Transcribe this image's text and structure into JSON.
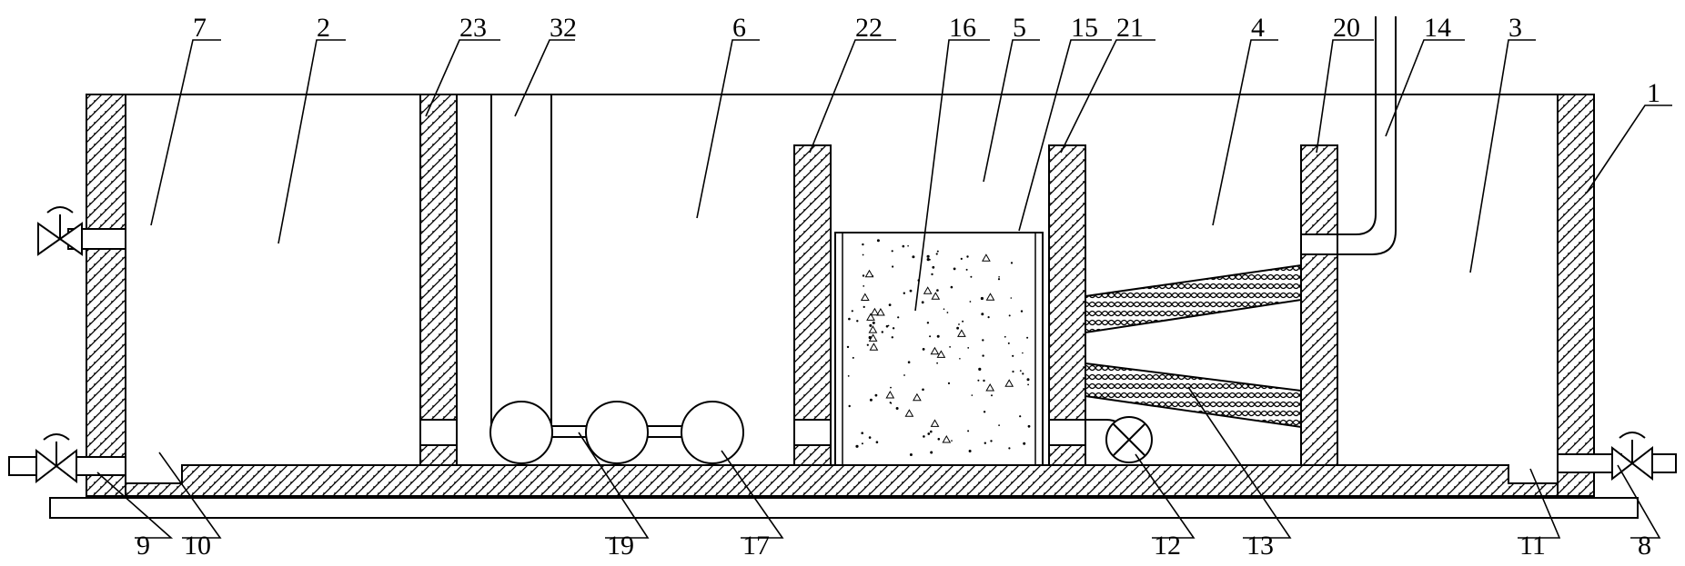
{
  "labels": [
    {
      "id": "l7",
      "text": "7"
    },
    {
      "id": "l2",
      "text": "2"
    },
    {
      "id": "l23",
      "text": "23"
    },
    {
      "id": "l32",
      "text": "32"
    },
    {
      "id": "l6",
      "text": "6"
    },
    {
      "id": "l22",
      "text": "22"
    },
    {
      "id": "l16",
      "text": "16"
    },
    {
      "id": "l5",
      "text": "5"
    },
    {
      "id": "l15",
      "text": "15"
    },
    {
      "id": "l21",
      "text": "21"
    },
    {
      "id": "l4",
      "text": "4"
    },
    {
      "id": "l20",
      "text": "20"
    },
    {
      "id": "l14",
      "text": "14"
    },
    {
      "id": "l3",
      "text": "3"
    },
    {
      "id": "l1",
      "text": "1"
    },
    {
      "id": "l9",
      "text": "9"
    },
    {
      "id": "l10",
      "text": "10"
    },
    {
      "id": "l19",
      "text": "19"
    },
    {
      "id": "l17",
      "text": "17"
    },
    {
      "id": "l12",
      "text": "12"
    },
    {
      "id": "l13",
      "text": "13"
    },
    {
      "id": "l11",
      "text": "11"
    },
    {
      "id": "l8",
      "text": "8"
    }
  ],
  "colors": {
    "line": "#000000",
    "background": "#ffffff"
  }
}
